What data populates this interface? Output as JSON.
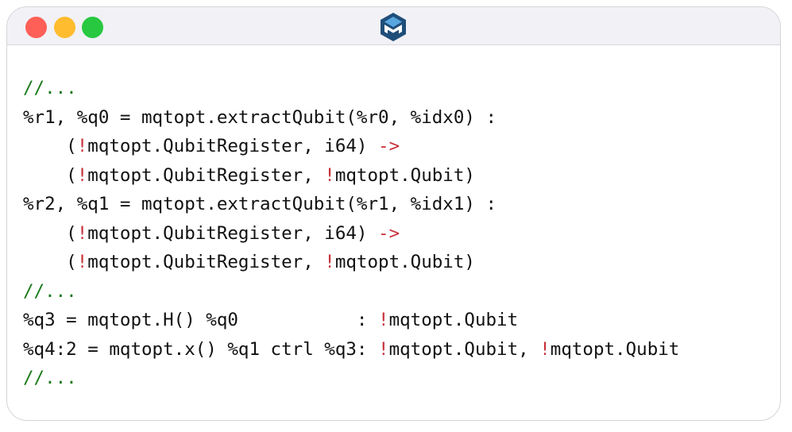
{
  "window": {
    "buttons": {
      "close": "close",
      "minimize": "minimize",
      "zoom": "zoom"
    },
    "logo_icon": "mqt-logo-icon",
    "colors": {
      "close": "#fe5f57",
      "minimize": "#febc2e",
      "zoom": "#28c840",
      "logo": "#1f4e79",
      "comment": "#1a7a1a",
      "bang": "#c8323c"
    }
  },
  "code": {
    "lines": [
      [
        {
          "t": "//...",
          "c": "comment"
        }
      ],
      [
        {
          "t": "%r1, %q0 = mqtopt.extractQubit(%r0, %idx0) :",
          "c": ""
        }
      ],
      [
        {
          "t": "    (",
          "c": ""
        },
        {
          "t": "!",
          "c": "bang"
        },
        {
          "t": "mqtopt.QubitRegister, i64) ",
          "c": ""
        },
        {
          "t": "->",
          "c": "arrow"
        }
      ],
      [
        {
          "t": "    (",
          "c": ""
        },
        {
          "t": "!",
          "c": "bang"
        },
        {
          "t": "mqtopt.QubitRegister, ",
          "c": ""
        },
        {
          "t": "!",
          "c": "bang"
        },
        {
          "t": "mqtopt.Qubit)",
          "c": ""
        }
      ],
      [
        {
          "t": "%r2, %q1 = mqtopt.extractQubit(%r1, %idx1) :",
          "c": ""
        }
      ],
      [
        {
          "t": "    (",
          "c": ""
        },
        {
          "t": "!",
          "c": "bang"
        },
        {
          "t": "mqtopt.QubitRegister, i64) ",
          "c": ""
        },
        {
          "t": "->",
          "c": "arrow"
        }
      ],
      [
        {
          "t": "    (",
          "c": ""
        },
        {
          "t": "!",
          "c": "bang"
        },
        {
          "t": "mqtopt.QubitRegister, ",
          "c": ""
        },
        {
          "t": "!",
          "c": "bang"
        },
        {
          "t": "mqtopt.Qubit)",
          "c": ""
        }
      ],
      [
        {
          "t": "//...",
          "c": "comment"
        }
      ],
      [
        {
          "t": "%q3 = mqtopt.H() %q0           : ",
          "c": ""
        },
        {
          "t": "!",
          "c": "bang"
        },
        {
          "t": "mqtopt.Qubit",
          "c": ""
        }
      ],
      [
        {
          "t": "%q4:2 = mqtopt.x() %q1 ctrl %q3: ",
          "c": ""
        },
        {
          "t": "!",
          "c": "bang"
        },
        {
          "t": "mqtopt.Qubit, ",
          "c": ""
        },
        {
          "t": "!",
          "c": "bang"
        },
        {
          "t": "mqtopt.Qubit",
          "c": ""
        }
      ],
      [
        {
          "t": "//...",
          "c": "comment"
        }
      ]
    ]
  }
}
